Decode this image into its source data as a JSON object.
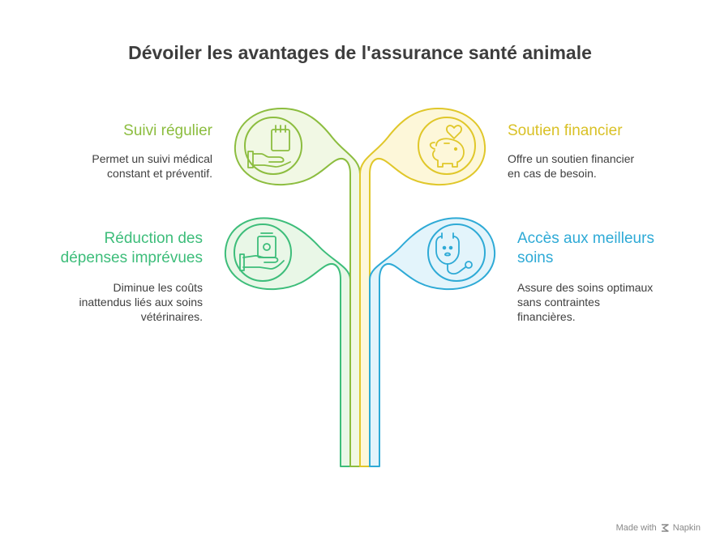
{
  "title": "Dévoiler les avantages de l'assurance santé animale",
  "items": [
    {
      "label": "Suivi régulier",
      "description_lines": [
        "Permet un suivi médical",
        "constant et préventif."
      ],
      "color": "#8cbd3f",
      "icon": "calendar-hand-icon"
    },
    {
      "label": "Soutien financier",
      "description_lines": [
        "Offre un soutien financier",
        "en cas de besoin."
      ],
      "color": "#e0c72a",
      "icon": "piggy-bank-heart-icon"
    },
    {
      "label_lines": [
        "Réduction des",
        "dépenses imprévues"
      ],
      "description_lines": [
        "Diminue les coûts",
        "inattendus liés aux soins",
        "vétérinaires."
      ],
      "color": "#3dbd7a",
      "icon": "money-hand-icon"
    },
    {
      "label_lines": [
        "Accès aux meilleurs",
        "soins"
      ],
      "description_lines": [
        "Assure des soins optimaux",
        "sans contraintes",
        "financières."
      ],
      "color": "#2eaad6",
      "icon": "vet-stethoscope-icon"
    }
  ],
  "footer": {
    "made_with": "Made with",
    "brand": "Napkin"
  }
}
